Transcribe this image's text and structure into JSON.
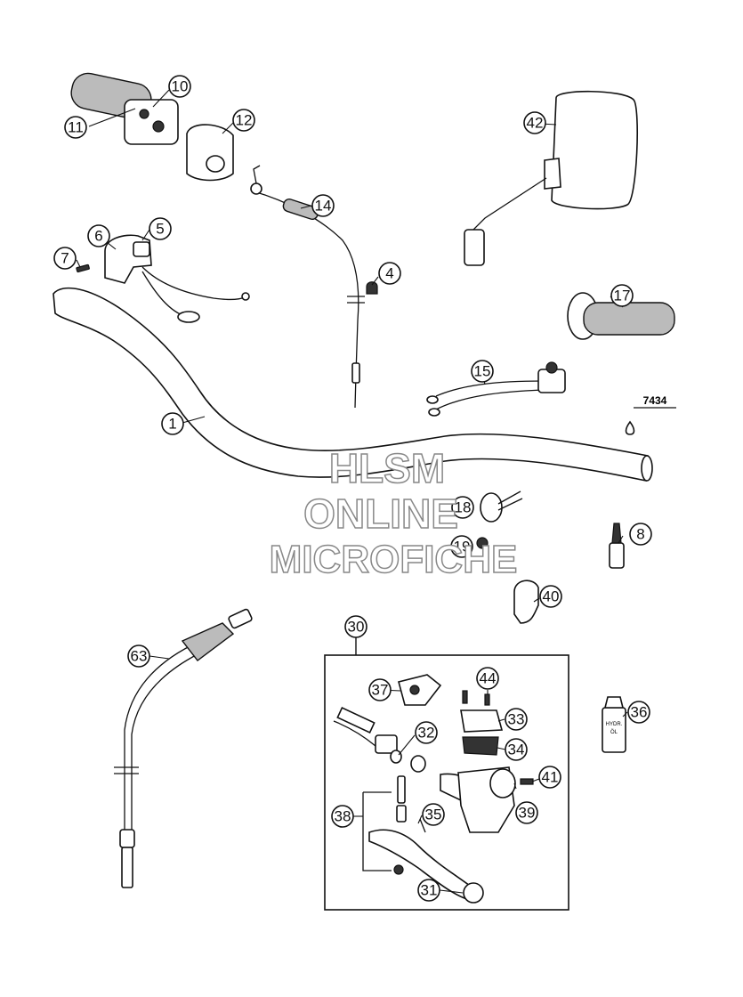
{
  "diagram": {
    "callouts": [
      {
        "id": "c1",
        "label": "1"
      },
      {
        "id": "c4",
        "label": "4"
      },
      {
        "id": "c5",
        "label": "5"
      },
      {
        "id": "c6",
        "label": "6"
      },
      {
        "id": "c7",
        "label": "7"
      },
      {
        "id": "c8",
        "label": "8"
      },
      {
        "id": "c10",
        "label": "10"
      },
      {
        "id": "c11",
        "label": "11"
      },
      {
        "id": "c12",
        "label": "12"
      },
      {
        "id": "c14",
        "label": "14"
      },
      {
        "id": "c15",
        "label": "15"
      },
      {
        "id": "c17",
        "label": "17"
      },
      {
        "id": "c18",
        "label": "18"
      },
      {
        "id": "c19",
        "label": "19"
      },
      {
        "id": "c30",
        "label": "30"
      },
      {
        "id": "c31",
        "label": "31"
      },
      {
        "id": "c32",
        "label": "32"
      },
      {
        "id": "c33",
        "label": "33"
      },
      {
        "id": "c34",
        "label": "34"
      },
      {
        "id": "c35",
        "label": "35"
      },
      {
        "id": "c36",
        "label": "36"
      },
      {
        "id": "c37",
        "label": "37"
      },
      {
        "id": "c38",
        "label": "38"
      },
      {
        "id": "c39",
        "label": "39"
      },
      {
        "id": "c40",
        "label": "40"
      },
      {
        "id": "c41",
        "label": "41"
      },
      {
        "id": "c42",
        "label": "42"
      },
      {
        "id": "c44",
        "label": "44"
      },
      {
        "id": "c63",
        "label": "63"
      }
    ],
    "loctite_label": "7434",
    "oil_label_line1": "HYDR.",
    "oil_label_line2": "ÖL",
    "watermark": {
      "line1": "HLSM",
      "line2": "ONLINE",
      "line3": "MICROFICHE"
    }
  }
}
